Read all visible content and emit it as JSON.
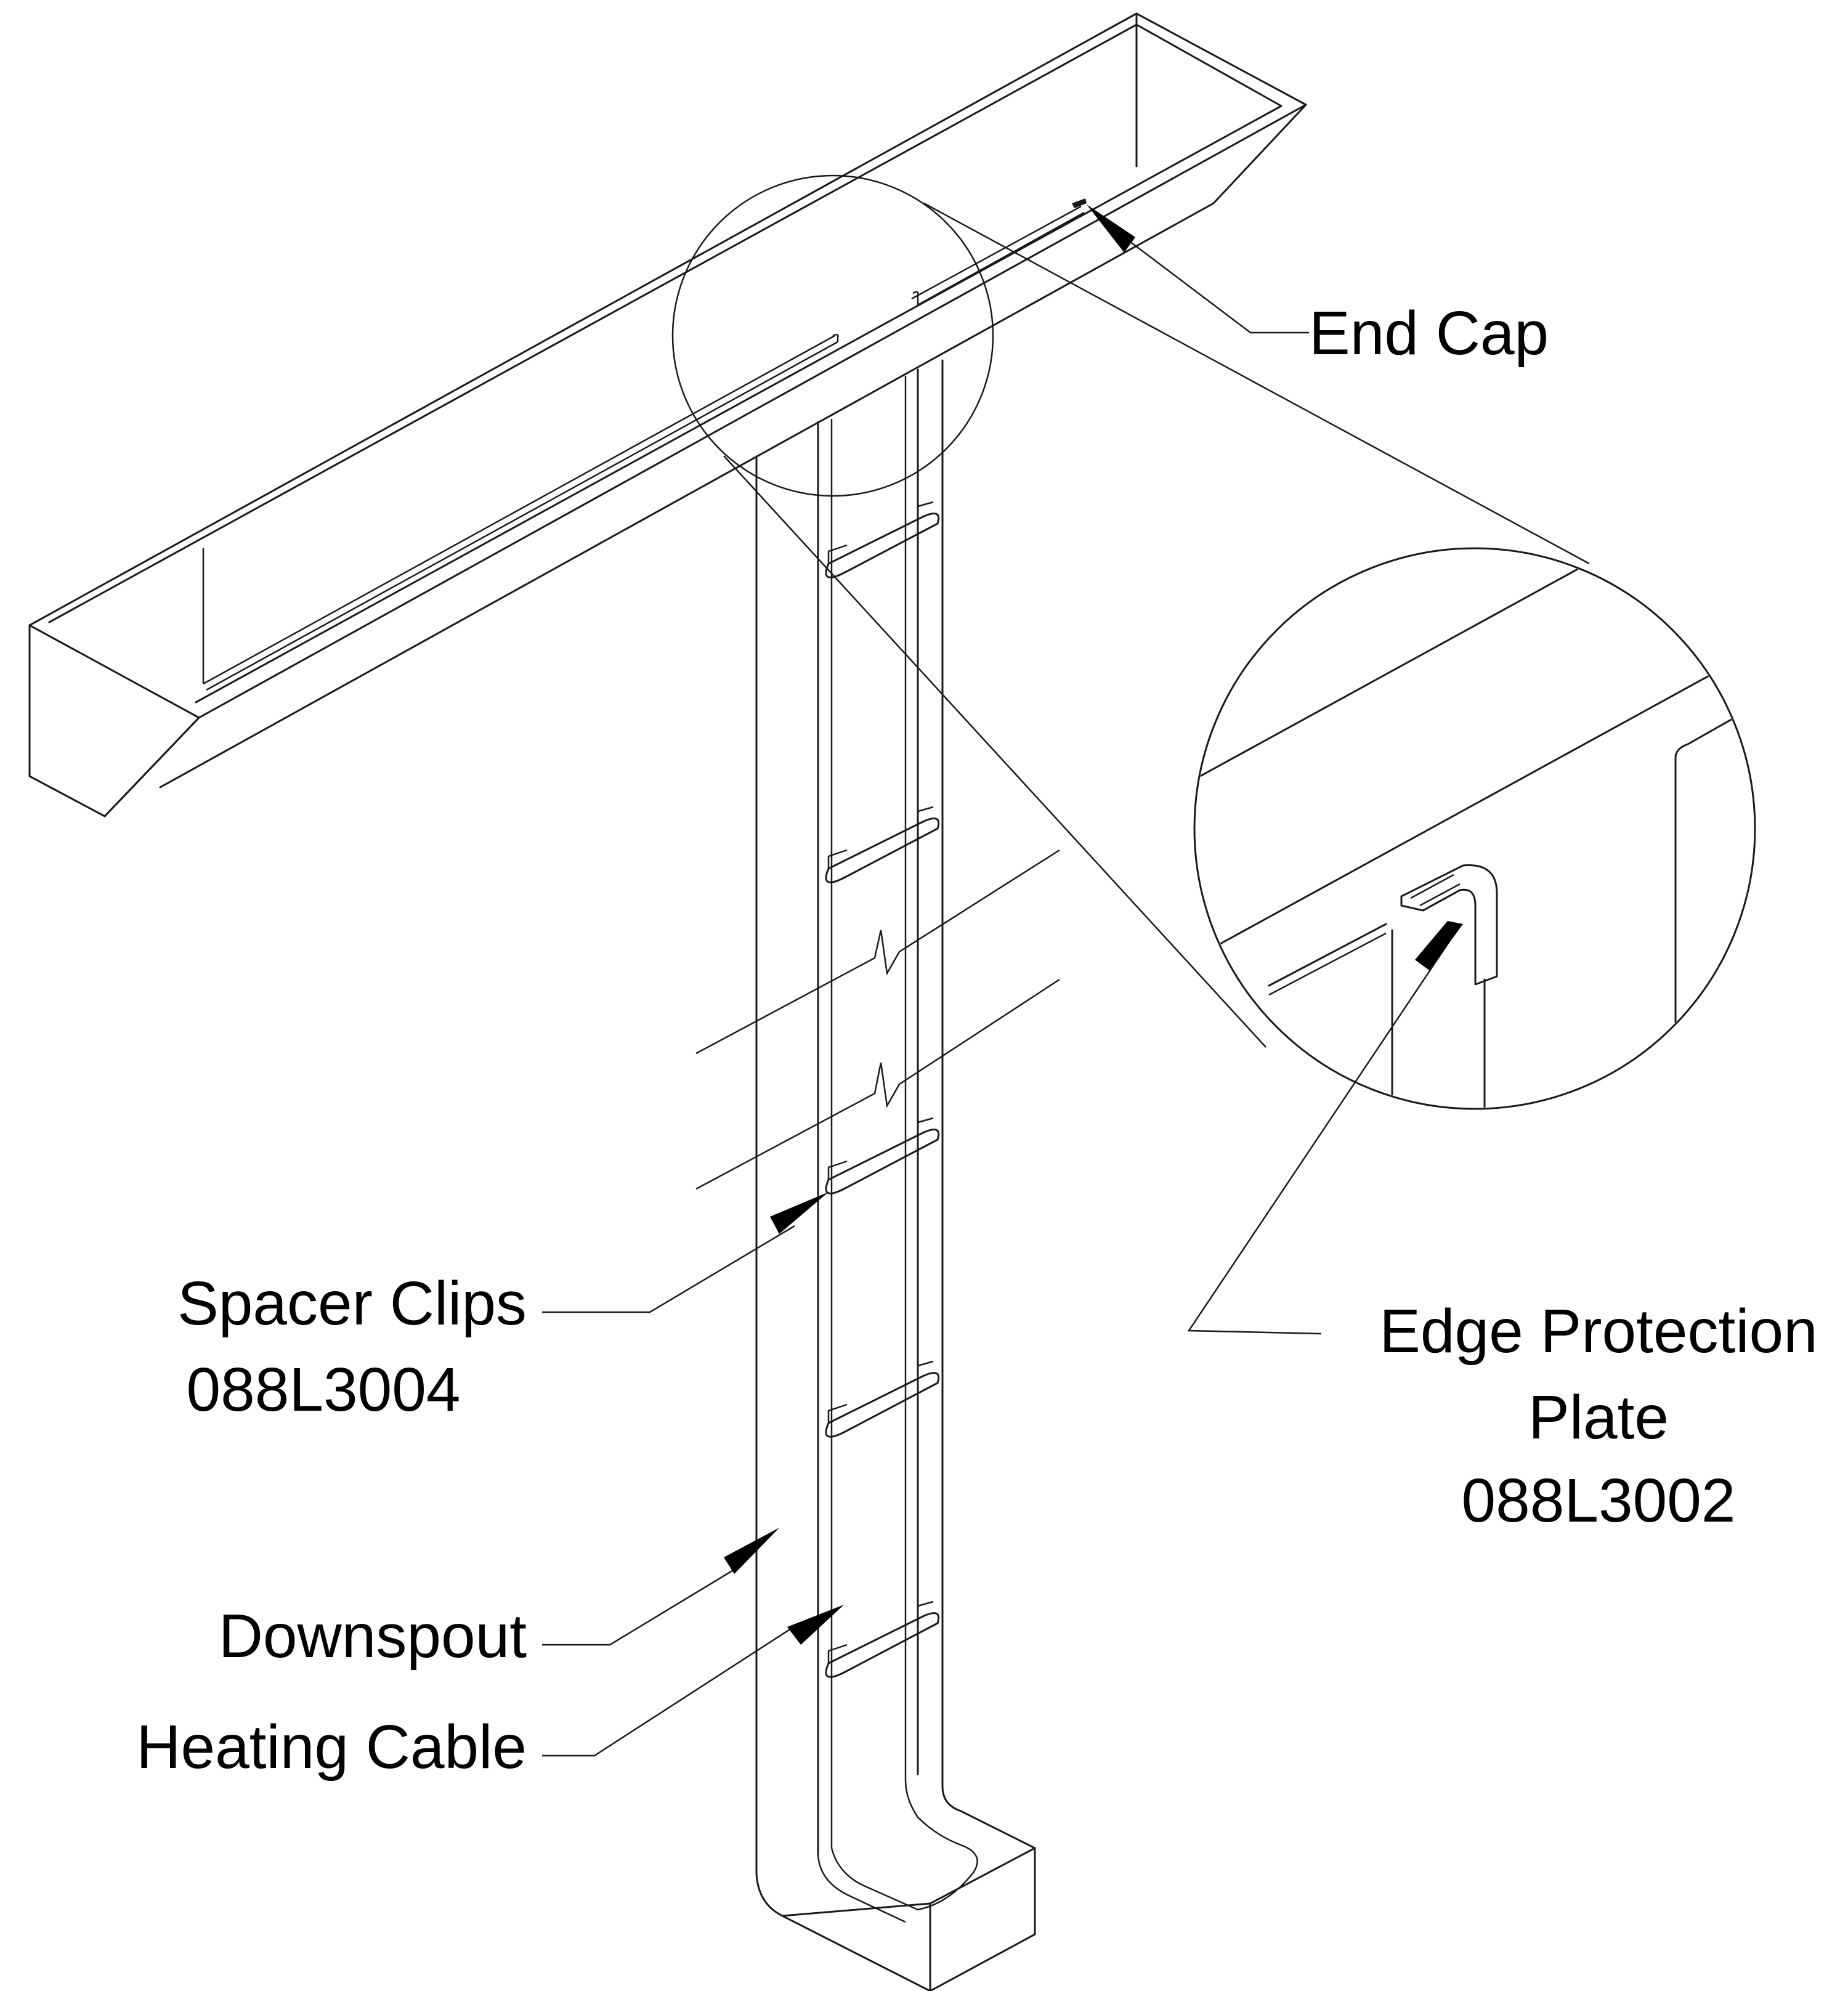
{
  "labels": {
    "end_cap": "End Cap",
    "spacer_clips_line1": "Spacer Clips",
    "spacer_clips_line2": "088L3004",
    "edge_protection_line1": "Edge Protection",
    "edge_protection_line2": "Plate",
    "edge_protection_line3": "088L3002",
    "downspout": "Downspout",
    "heating_cable": "Heating Cable"
  },
  "colors": {
    "line": "#1a1a1a",
    "background": "#ffffff"
  }
}
